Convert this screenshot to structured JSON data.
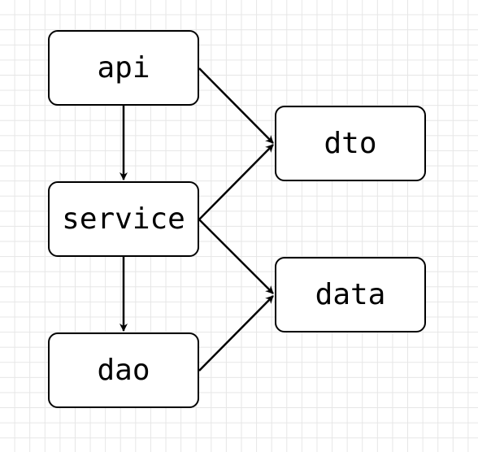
{
  "diagram": {
    "nodes": [
      {
        "id": "api",
        "label": "api"
      },
      {
        "id": "service",
        "label": "service"
      },
      {
        "id": "dao",
        "label": "dao"
      },
      {
        "id": "dto",
        "label": "dto"
      },
      {
        "id": "data",
        "label": "data"
      }
    ],
    "edges": [
      {
        "from": "api",
        "to": "service"
      },
      {
        "from": "service",
        "to": "dao"
      },
      {
        "from": "api",
        "to": "dto"
      },
      {
        "from": "service",
        "to": "dto"
      },
      {
        "from": "service",
        "to": "data"
      },
      {
        "from": "dao",
        "to": "data"
      }
    ],
    "colors": {
      "stroke": "#000000",
      "grid": "#e6e6e6",
      "background": "#ffffff"
    }
  }
}
